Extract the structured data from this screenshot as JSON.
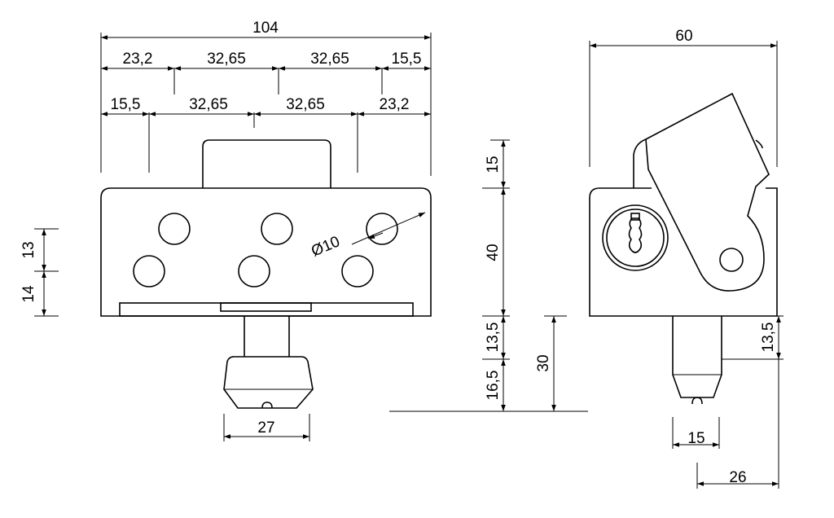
{
  "dimensions": {
    "front_total_width": "104",
    "top_row": [
      "23,2",
      "32,65",
      "32,65",
      "15,5"
    ],
    "second_row": [
      "15,5",
      "32,65",
      "32,65",
      "23,2"
    ],
    "hole_diameter": "Ø10",
    "left_upper": "13",
    "left_lower": "14",
    "head_width": "27",
    "vertical_chain": [
      "15",
      "40",
      "13,5",
      "16,5"
    ],
    "pin_height": "30",
    "side_total_width": "60",
    "side_pin_height": "13,5",
    "side_pin_width": "15",
    "side_offset": "26"
  },
  "colors": {
    "line": "#000000",
    "background": "#ffffff"
  }
}
